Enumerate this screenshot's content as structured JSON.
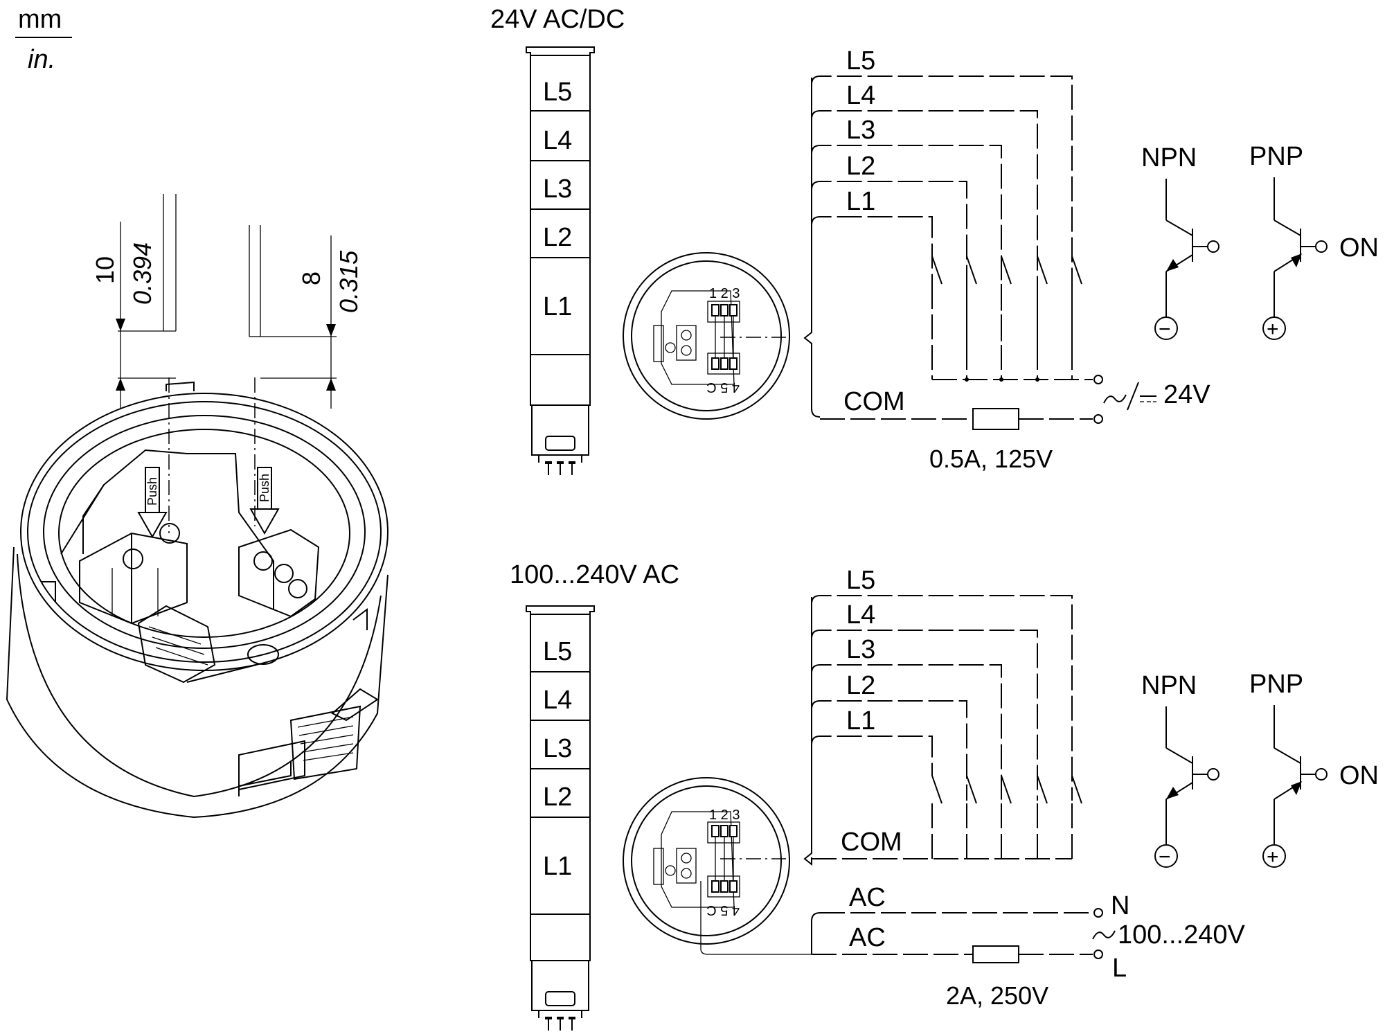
{
  "units": {
    "mm": "mm",
    "in": "in."
  },
  "dimensions": {
    "left_mm": "10",
    "left_in": "0.394",
    "right_mm": "8",
    "right_in": "0.315"
  },
  "base": {
    "push_label": "Push"
  },
  "board": {
    "top_pins": "1 2 3",
    "bottom_pins": "4 5 C"
  },
  "section_24v": {
    "title": "24V AC/DC",
    "tower_layers": [
      "L5",
      "L4",
      "L3",
      "L2",
      "L1"
    ],
    "wire_labels": [
      "L5",
      "L4",
      "L3",
      "L2",
      "L1"
    ],
    "com_label": "COM",
    "supply_label": "24V",
    "fuse_label": "0.5A, 125V",
    "npn_label": "NPN",
    "pnp_label": "PNP",
    "on_label": "ON",
    "minus": "−",
    "plus": "+"
  },
  "section_ac": {
    "title": "100...240V AC",
    "tower_layers": [
      "L5",
      "L4",
      "L3",
      "L2",
      "L1"
    ],
    "wire_labels": [
      "L5",
      "L4",
      "L3",
      "L2",
      "L1"
    ],
    "com_label": "COM",
    "ac_label_1": "AC",
    "ac_label_2": "AC",
    "n_label": "N",
    "l_label": "L",
    "supply_label": "100...240V",
    "fuse_label": "2A, 250V",
    "npn_label": "NPN",
    "pnp_label": "PNP",
    "on_label": "ON",
    "minus": "−",
    "plus": "+"
  }
}
